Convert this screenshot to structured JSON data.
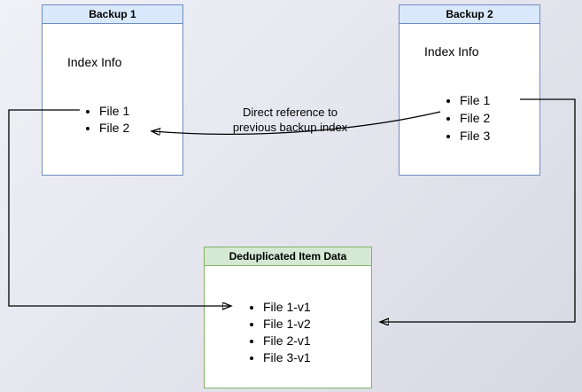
{
  "backup1": {
    "title": "Backup 1",
    "subtitle": "Index Info",
    "files": [
      "File 1",
      "File 2"
    ]
  },
  "backup2": {
    "title": "Backup 2",
    "subtitle": "Index Info",
    "files": [
      "File 1",
      "File 2",
      "File 3"
    ]
  },
  "dedup": {
    "title": "Deduplicated Item Data",
    "items": [
      "File 1-v1",
      "File 1-v2",
      "File 2-v1",
      "File 3-v1"
    ]
  },
  "annotation": {
    "line1": "Direct reference to",
    "line2": "previous backup index"
  },
  "colors": {
    "blue_header_fill": "#dae8fc",
    "blue_border": "#6c8ebf",
    "green_header_fill": "#d5e8d4",
    "green_border": "#82b366",
    "arrow": "#000000",
    "background": "#e6e6ef"
  }
}
